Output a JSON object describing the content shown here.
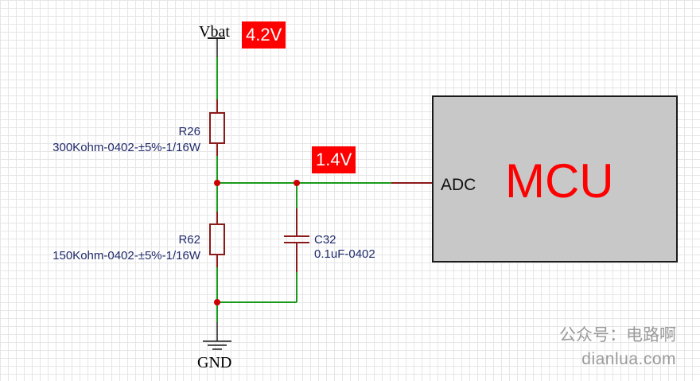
{
  "supply": {
    "label": "Vbat",
    "voltage": "4.2V"
  },
  "r_top": {
    "ref": "R26",
    "value": "300Kohm-0402-±5%-1/16W"
  },
  "r_bottom": {
    "ref": "R62",
    "value": "150Kohm-0402-±5%-1/16W"
  },
  "capacitor": {
    "ref": "C32",
    "value": "0.1uF-0402"
  },
  "divider_node": {
    "voltage": "1.4V"
  },
  "ground": {
    "label": "GND"
  },
  "mcu": {
    "title": "MCU",
    "pin_label": "ADC"
  },
  "watermark": {
    "line1": "公众号：电路啊",
    "line2": "dianlua.com"
  },
  "colors": {
    "wire": "#1a9a1a",
    "component": "#8b1a1a",
    "junction": "#cc0000",
    "badge": "#ff0000",
    "mcu_fill": "#c8c8c8",
    "mcu_text": "#ff0000",
    "label_text": "#1f2a6b"
  }
}
